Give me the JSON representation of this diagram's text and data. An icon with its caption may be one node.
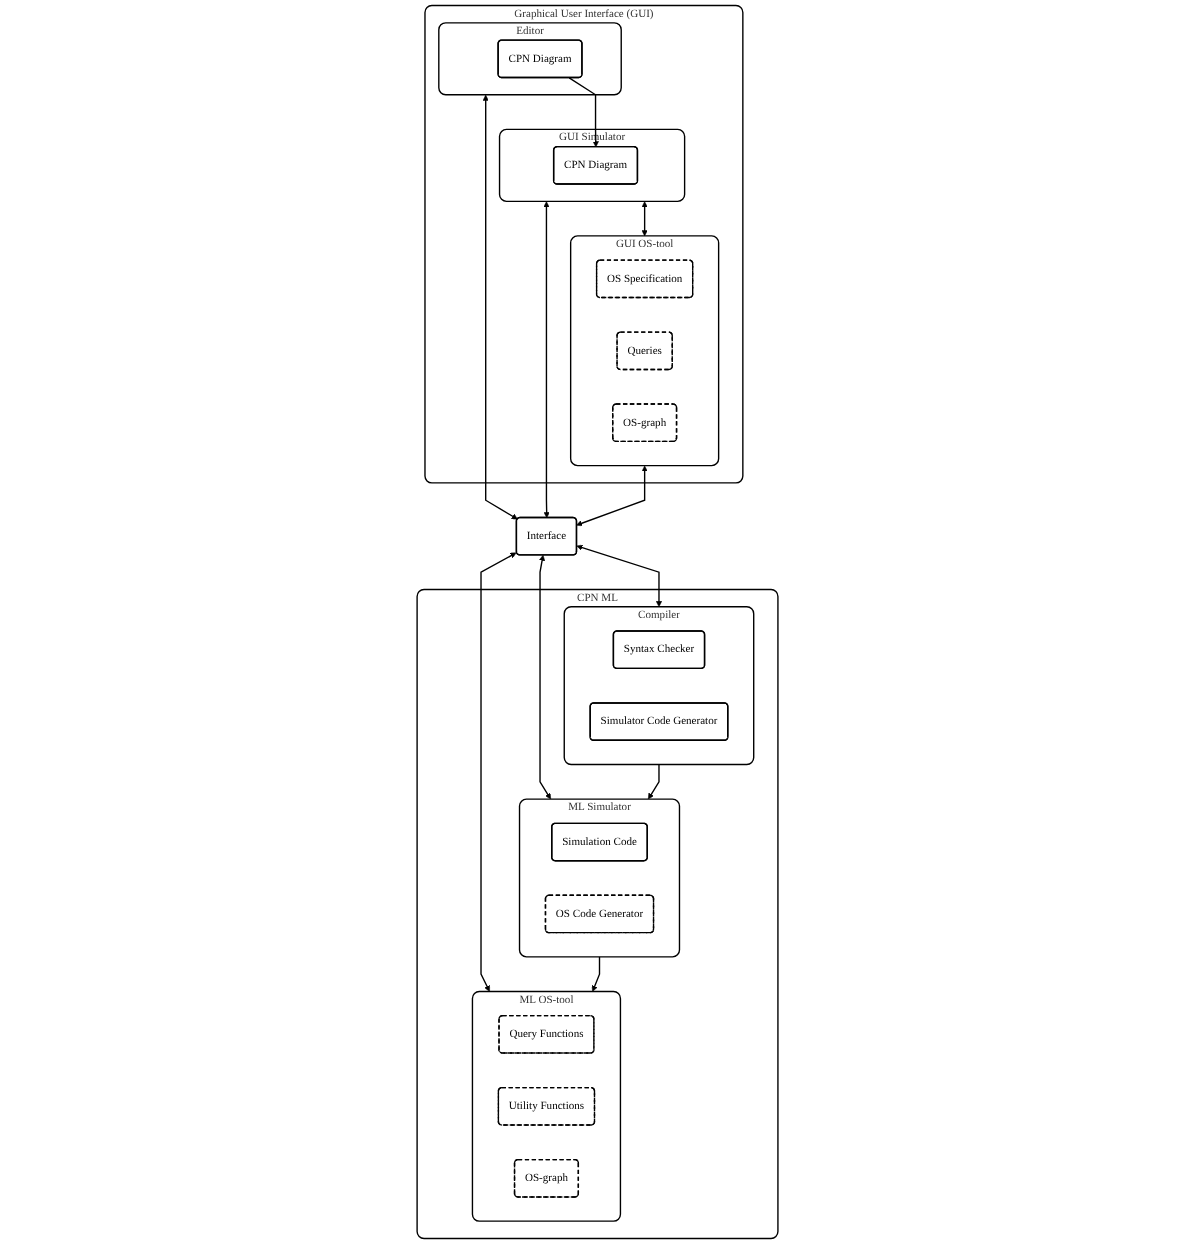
{
  "diagram": {
    "nodes": [
      {
        "text": [
          "Graphical User Interface (GUI)"
        ]
      },
      {
        "text": [
          "Editor"
        ],
        "in": 0
      },
      {
        "text": [
          "CPN Diagram"
        ],
        "in": 1
      },
      {
        "text": [
          "GUI Simulator"
        ],
        "in": 0
      },
      {
        "text": [
          "CPN Diagram"
        ],
        "in": 3
      },
      {
        "text": [
          "GUI OS-tool"
        ],
        "in": 0
      },
      {
        "text": [
          "OS Specification"
        ],
        "in": 5
      },
      {
        "text": [
          "Queries"
        ],
        "in": 5
      },
      {
        "text": [
          "OS-graph"
        ],
        "in": 5
      },
      {
        "text": [
          "Interface"
        ]
      },
      {
        "text": [
          "CPN ML"
        ]
      },
      {
        "text": [
          "Compiler"
        ],
        "in": 10
      },
      {
        "text": [
          "Syntax Checker"
        ],
        "in": 11
      },
      {
        "text": [
          "Simulator Code Generator"
        ],
        "in": 11
      },
      {
        "text": [
          "ML Simulator"
        ],
        "in": 10
      },
      {
        "text": [
          "Simulation Code"
        ],
        "in": 14
      },
      {
        "text": [
          "OS Code Generator"
        ],
        "in": 14
      },
      {
        "text": [
          "ML OS-tool"
        ],
        "in": 10
      },
      {
        "text": [
          "Query Functions"
        ],
        "in": 17
      },
      {
        "text": [
          "Utility Functions"
        ],
        "in": 17
      },
      {
        "text": [
          "OS-graph"
        ],
        "in": 17
      }
    ],
    "edges": [
      {
        "from": 2,
        "to": 4,
        "arrow": "to"
      },
      {
        "from": 3,
        "to": 5,
        "arrow": "both"
      },
      {
        "from": 1,
        "to": 9,
        "arrow": "both"
      },
      {
        "from": 3,
        "to": 9,
        "arrow": "both"
      },
      {
        "from": 5,
        "to": 9,
        "arrow": "both"
      },
      {
        "from": 9,
        "to": 11,
        "arrow": "both"
      },
      {
        "from": 9,
        "to": 14,
        "arrow": "both"
      },
      {
        "from": 9,
        "to": 17,
        "arrow": "both"
      },
      {
        "from": 11,
        "to": 14,
        "arrow": "to"
      },
      {
        "from": 14,
        "to": 17,
        "arrow": "to"
      }
    ]
  }
}
